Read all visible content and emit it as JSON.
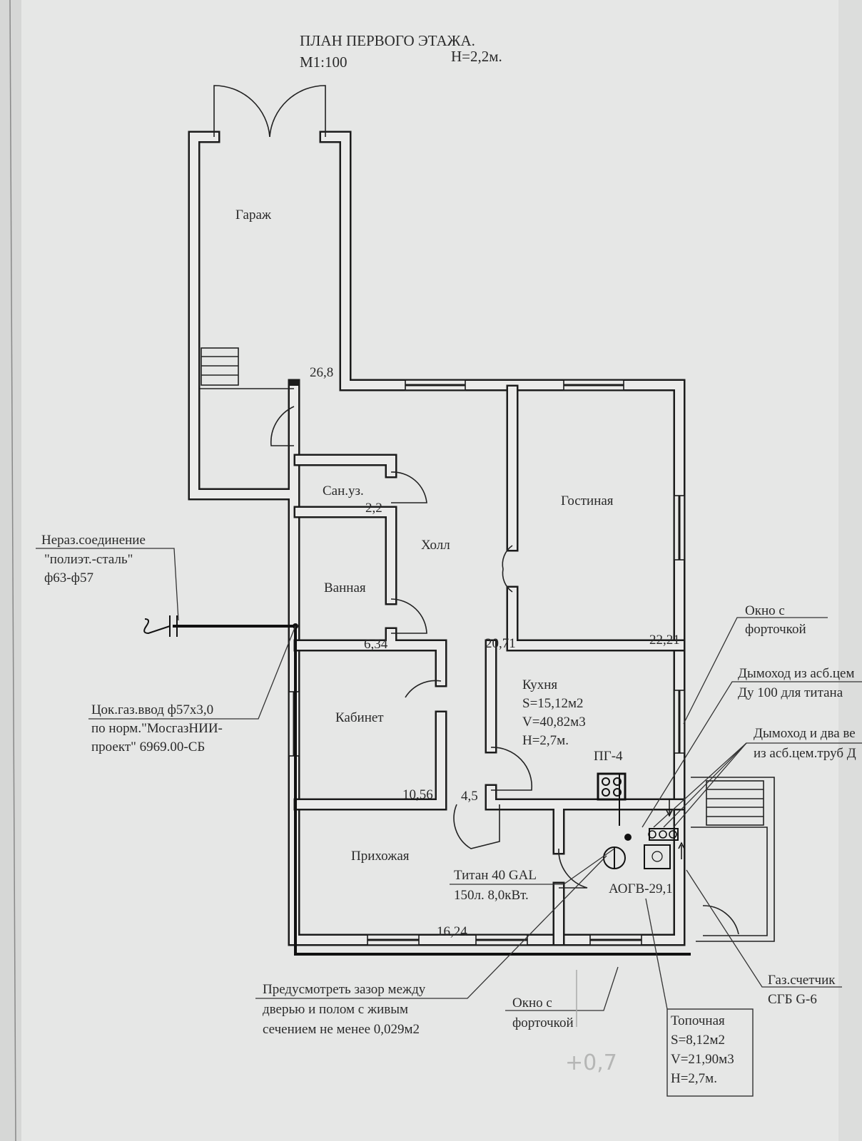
{
  "title": {
    "line1": "ПЛАН ПЕРВОГО ЭТАЖА.",
    "scale": "М1:100",
    "height": "Н=2,2м."
  },
  "rooms": {
    "garage": {
      "name": "Гараж",
      "area": "26,8"
    },
    "bath_wc": {
      "name": "Сан.уз.",
      "area": "2,2"
    },
    "hall": {
      "name": "Холл",
      "area": "20,71"
    },
    "living": {
      "name": "Гостиная",
      "area": "22,21"
    },
    "bathroom": {
      "name": "Ванная",
      "area": "6,34"
    },
    "study": {
      "name": "Кабинет",
      "area": "10,56"
    },
    "corridor": {
      "area": "4,5"
    },
    "kitchen": {
      "name": "Кухня",
      "s": "S=15,12м2",
      "v": "V=40,82м3",
      "h": "Н=2,7м.",
      "stove": "ПГ-4"
    },
    "entry": {
      "name": "Прихожая",
      "area": "16,24"
    },
    "boiler": {
      "name": "Топочная",
      "s": "S=8,12м2",
      "v": "V=21,90м3",
      "h": "Н=2,7м.",
      "boiler_model": "АОГВ-29,1"
    }
  },
  "annotations": {
    "joint": [
      "Нераз.соединение",
      "\"полиэт.-сталь\"",
      "ф63-ф57"
    ],
    "gas_inlet": [
      "Цок.газ.ввод ф57х3,0",
      "по норм.\"МосгазНИИ-",
      "проект\" 6969.00-СБ"
    ],
    "window_right": [
      "Окно с",
      "форточкой"
    ],
    "chimney1": [
      "Дымоход из асб.цем",
      "Ду 100 для титана"
    ],
    "chimney2": [
      "Дымоход и два ве",
      "из асб.цем.труб Д"
    ],
    "heater": [
      "Титан 40 GAL",
      "150л. 8,0кВт."
    ],
    "gap": [
      "Предусмотреть зазор между",
      "дверью и полом с живым",
      "сечением не менее 0,029м2"
    ],
    "window_bottom": [
      "Окно с",
      "форточкой"
    ],
    "meter": [
      "Газ.счетчик",
      "СГБ G-6"
    ]
  },
  "handwritten": "+0,7"
}
